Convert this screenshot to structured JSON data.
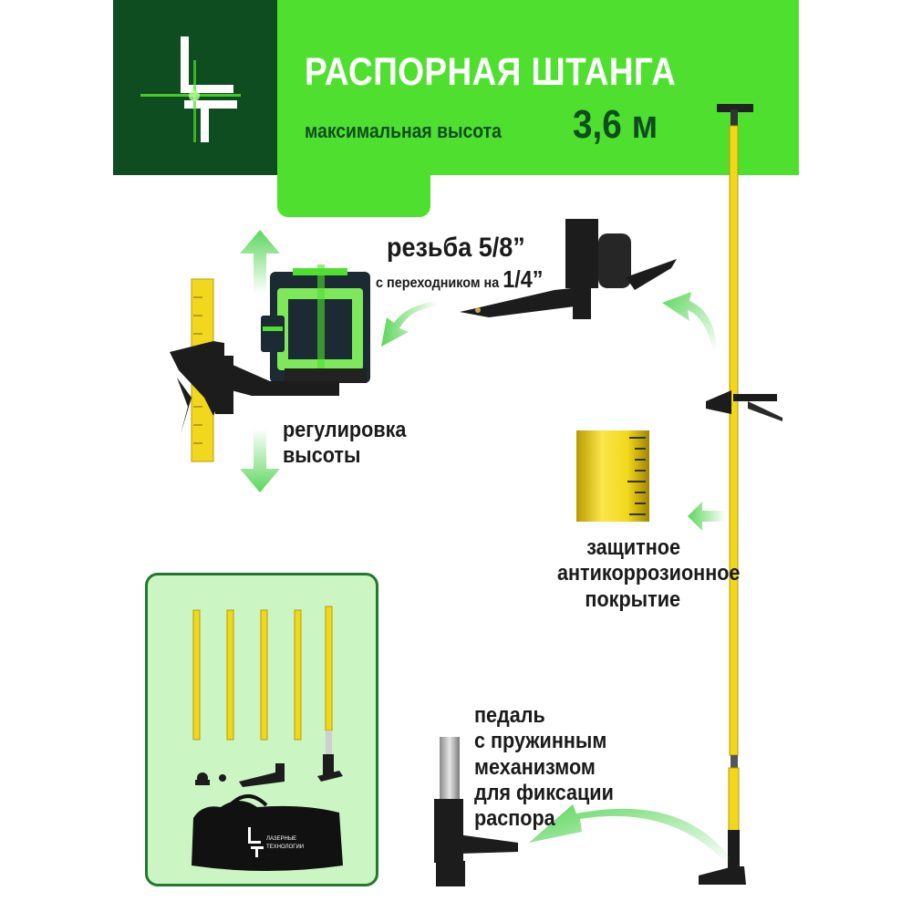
{
  "header": {
    "title": "РАСПОРНАЯ ШТАНГА",
    "subtitle": "максимальная высота",
    "height_value": "3,6 м",
    "logo_icon": "lt-logo-icon"
  },
  "callouts": {
    "thread": {
      "main": "резьба 5/8”",
      "sub_prefix": "с переходником на ",
      "sub_value": "1/4”"
    },
    "height_adjust": {
      "line1": "регулировка",
      "line2": "высоты"
    },
    "coating": {
      "line1": "защитное",
      "line2": "антикоррозионное",
      "line3": "покрытие"
    },
    "pedal": {
      "line1": "педаль",
      "line2": "с пружинным",
      "line3": "механизмом",
      "line4": "для фиксации",
      "line5": "распора"
    }
  },
  "kit": {
    "bag_brand_line1": "ЛАЗЕРНЫЕ",
    "bag_brand_line2": "ТЕХНОЛОГИИ"
  },
  "colors": {
    "dark_green": "#0e4d1f",
    "bright_green": "#4fe02f",
    "arrow_green": "#5cd65c",
    "pole_yellow": "#f2d81c",
    "kit_bg": "#ccf5c4"
  }
}
